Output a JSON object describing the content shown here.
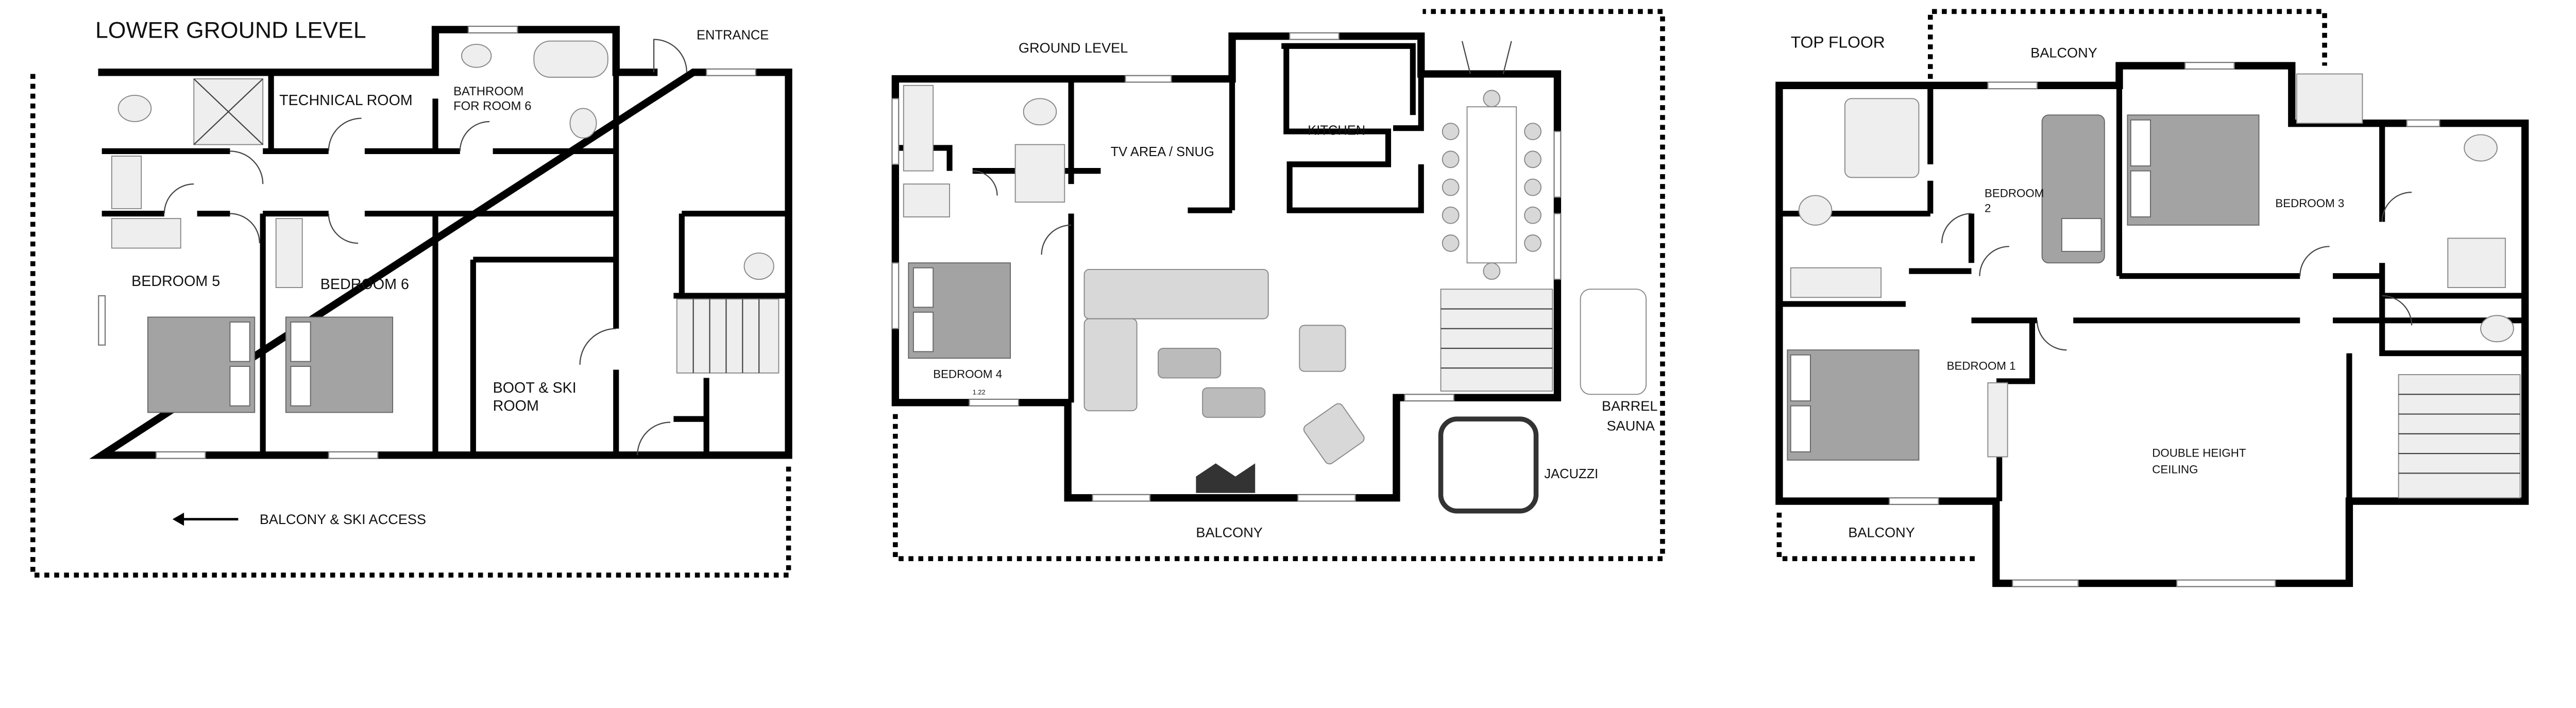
{
  "lower_ground": {
    "title": "LOWER GROUND LEVEL",
    "rooms": {
      "technical_room": "TECHNICAL ROOM",
      "bathroom_line1": "BATHROOM",
      "bathroom_line2": "FOR ROOM 6",
      "entrance": "ENTRANCE",
      "bedroom5": "BEDROOM 5",
      "bedroom6": "BEDROOM 6",
      "boot_line1": "BOOT & SKI",
      "boot_line2": "ROOM"
    },
    "balcony_access": "BALCONY & SKI ACCESS"
  },
  "ground": {
    "title": "GROUND LEVEL",
    "rooms": {
      "tv_area": "TV AREA / SNUG",
      "kitchen": "KITCHEN",
      "bedroom4": "BEDROOM 4",
      "balcony": "BALCONY",
      "jacuzzi": "JACUZZI",
      "sauna_line1": "BARREL",
      "sauna_line2": "SAUNA"
    },
    "dimension": "1.22"
  },
  "top": {
    "title": "TOP FLOOR",
    "rooms": {
      "balcony_top": "BALCONY",
      "bedroom2_line1": "BEDROOM",
      "bedroom2_line2": "2",
      "bedroom3": "BEDROOM 3",
      "bedroom1": "BEDROOM 1",
      "double_line1": "DOUBLE HEIGHT",
      "double_line2": "CEILING",
      "balcony_bottom": "BALCONY"
    }
  }
}
